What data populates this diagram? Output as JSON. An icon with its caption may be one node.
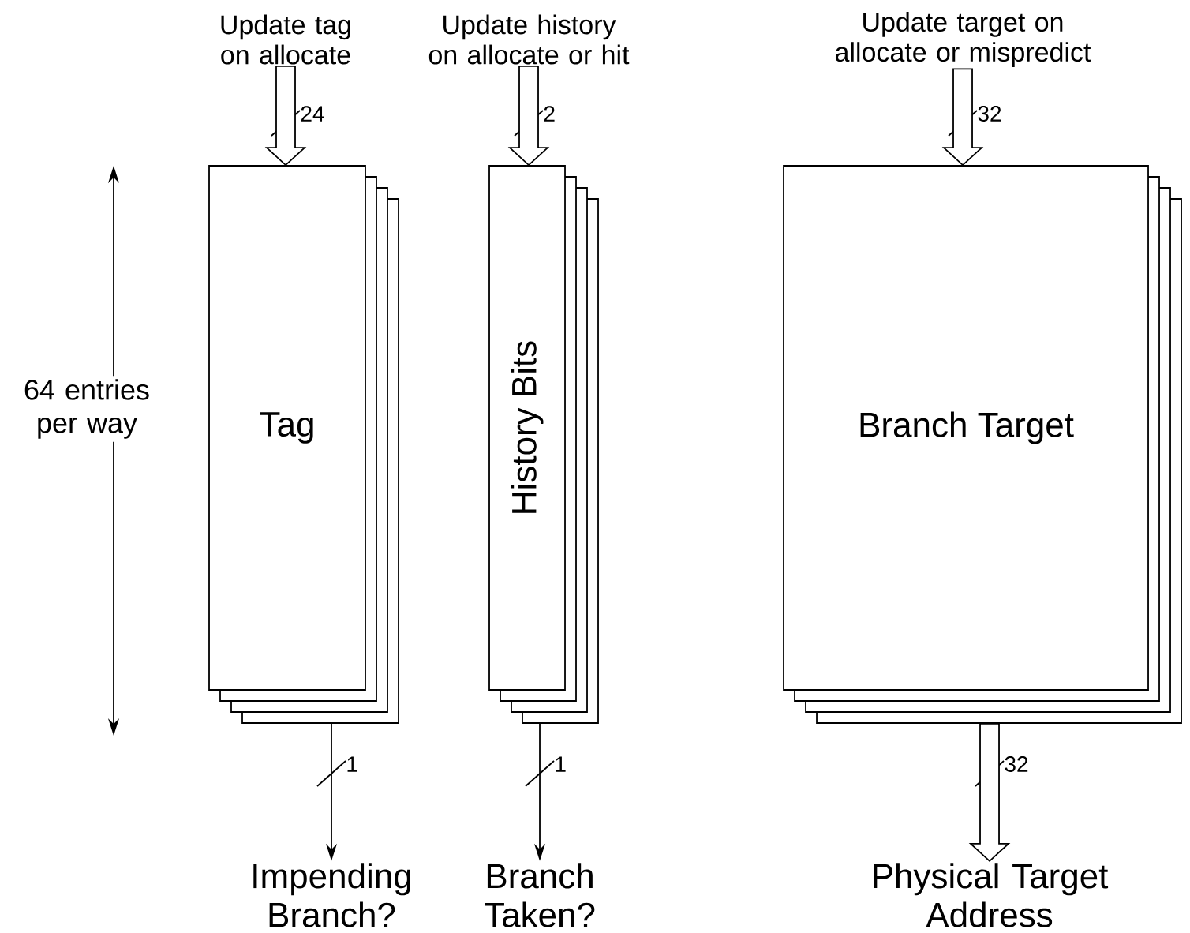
{
  "diagram": {
    "nodes": [
      {
        "text": [
          "Update tag on allocate"
        ]
      },
      {
        "text": [
          "Update history on allocate or hit"
        ]
      },
      {
        "text": [
          "Update target on allocate or mispredict"
        ]
      },
      {
        "text": [
          "Tag"
        ]
      },
      {
        "text": [
          "History Bits"
        ]
      },
      {
        "text": [
          "Branch Target"
        ]
      },
      {
        "text": [
          "Impending Branch?"
        ]
      },
      {
        "text": [
          "Branch Taken?"
        ]
      },
      {
        "text": [
          "Physical Target Address"
        ]
      }
    ],
    "edges": [
      {
        "from": 0,
        "to": 3,
        "arrow": "to",
        "label": "24",
        "style": "thick"
      },
      {
        "from": 1,
        "to": 4,
        "arrow": "to",
        "label": "2",
        "style": "thick"
      },
      {
        "from": 2,
        "to": 5,
        "arrow": "to",
        "label": "32",
        "style": "thick"
      },
      {
        "from": 3,
        "to": 6,
        "arrow": "to",
        "label": "1"
      },
      {
        "from": 4,
        "to": 7,
        "arrow": "to",
        "label": "1"
      },
      {
        "from": 5,
        "to": 8,
        "arrow": "to",
        "label": "32",
        "style": "thick"
      }
    ],
    "labels": [
      "64 entries per way"
    ]
  }
}
